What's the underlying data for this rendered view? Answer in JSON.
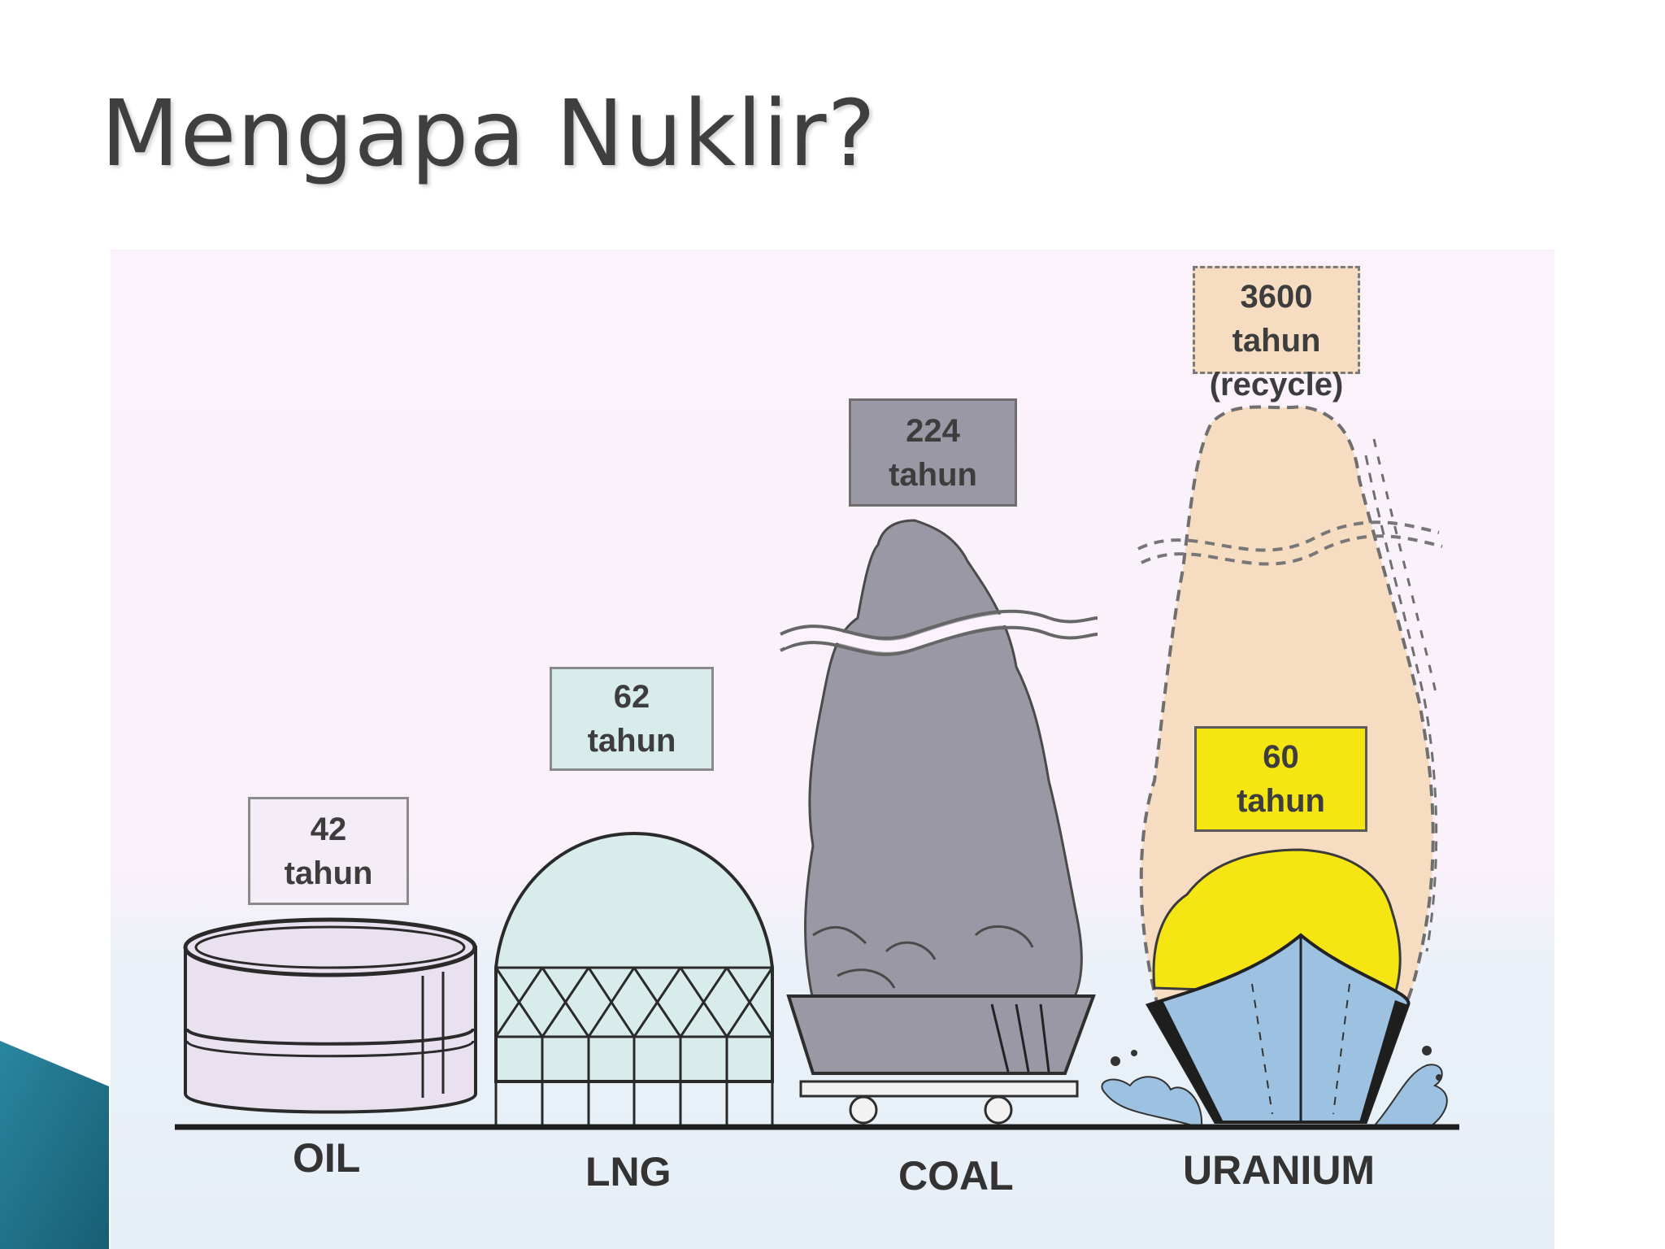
{
  "slide": {
    "title": "Mengapa Nuklir?"
  },
  "resources": [
    {
      "name": "OIL",
      "years_value": "42",
      "years_unit": "tahun",
      "color": "#e9e1ef"
    },
    {
      "name": "LNG",
      "years_value": "62",
      "years_unit": "tahun",
      "color": "#d9ecec"
    },
    {
      "name": "COAL",
      "years_value": "224",
      "years_unit": "tahun",
      "color": "#9a98a4"
    },
    {
      "name": "URANIUM",
      "years_value": "60",
      "years_unit": "tahun",
      "color": "#f5e613"
    }
  ],
  "recycle": {
    "years_value": "3600",
    "years_unit": "tahun",
    "note": "(recycle)",
    "color": "#f6dcc0"
  },
  "colors": {
    "accent_corner": "#1f6f86",
    "ground": "#1e1e1e",
    "uranium_ship": "#9dc1e0"
  }
}
